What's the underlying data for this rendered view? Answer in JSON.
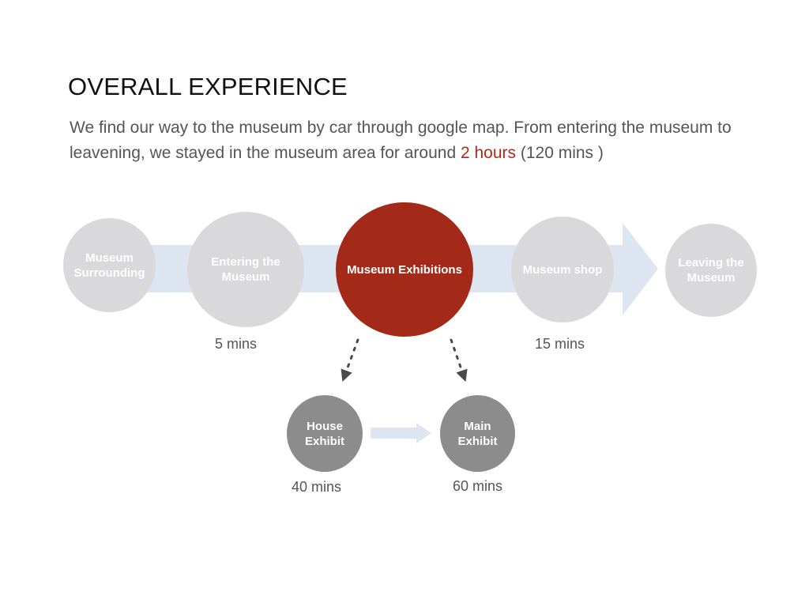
{
  "heading": {
    "title": "OVERALL EXPERIENCE"
  },
  "description": {
    "text_before": "We find our way to the museum by car through google map. From entering the museum to leavening, we stayed in the museum area for around ",
    "highlight": "2 hours",
    "text_after": " (120 mins )"
  },
  "stages": [
    {
      "label": "Museum Surrounding"
    },
    {
      "label": "Entering the Museum",
      "duration": "5 mins"
    },
    {
      "label": "Museum Exhibitions"
    },
    {
      "label": "Museum shop",
      "duration": "15 mins"
    },
    {
      "label": "Leaving the Museum"
    }
  ],
  "sub_stages": [
    {
      "label": "House Exhibit",
      "duration": "40 mins"
    },
    {
      "label": "Main Exhibit",
      "duration": "60 mins"
    }
  ],
  "colors": {
    "accent": "#a32a18",
    "highlight_text": "#b22a1a",
    "light_node": "#d9d9db",
    "dark_node": "#8c8c8c",
    "flow_arrow": "#dde6f0"
  }
}
